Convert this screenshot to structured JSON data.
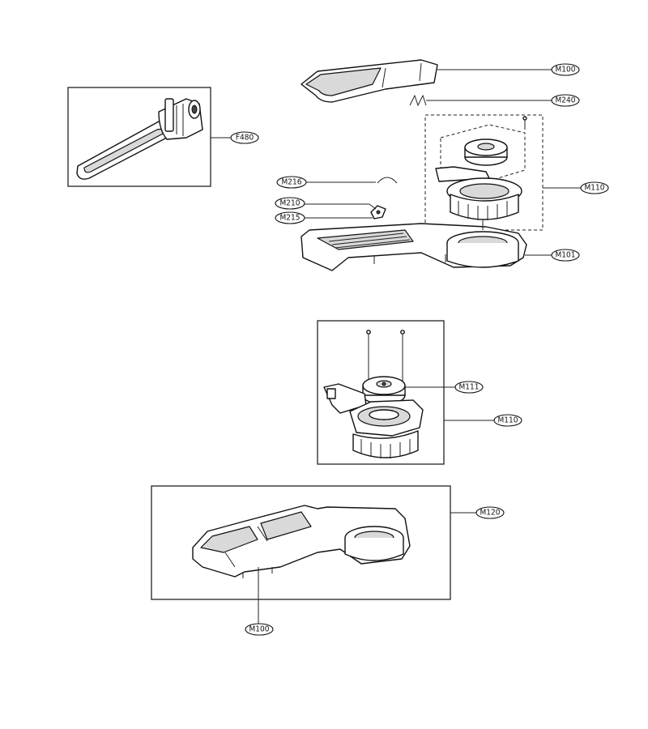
{
  "callouts": {
    "f480": "F480",
    "m100_top": "M100",
    "m240": "M240",
    "m110_top": "M110",
    "m216": "M216",
    "m210": "M210",
    "m215": "M215",
    "m101": "M101",
    "m111": "M111",
    "m110_mid": "M110",
    "m120": "M120",
    "m100_bottom": "M100"
  }
}
